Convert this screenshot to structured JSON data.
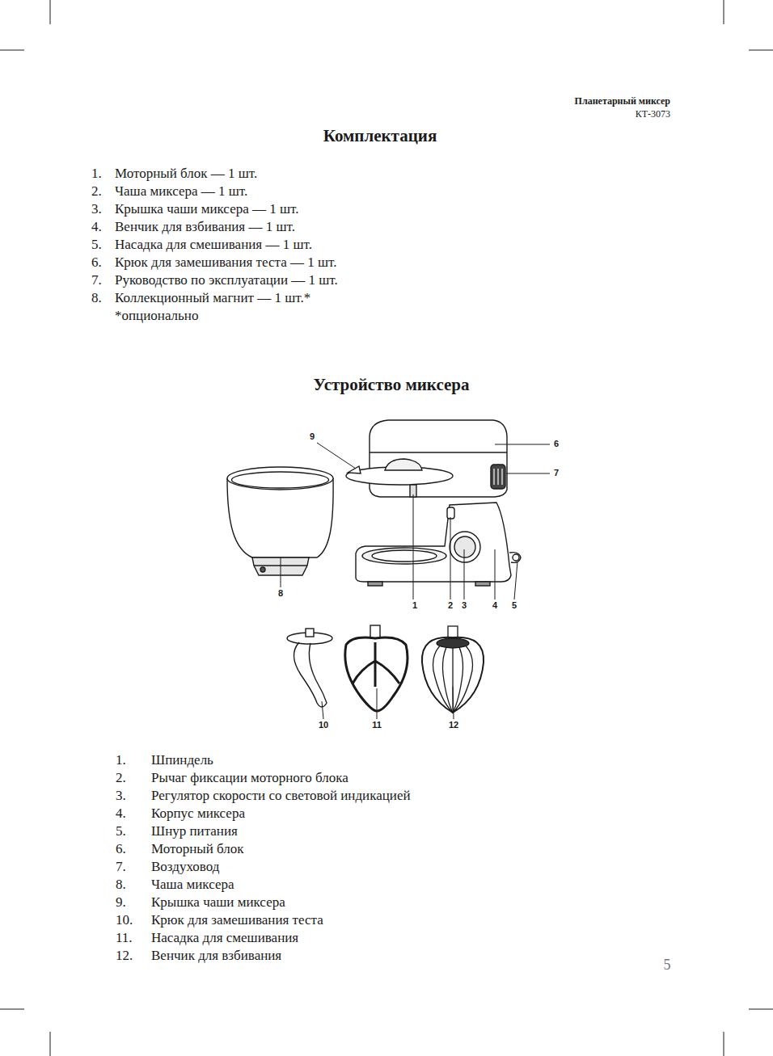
{
  "diagram": {
    "title": "Комплектация",
    "labels": [
      "Планетарный миксер",
      "КТ-3073",
      "1.",
      "Моторный блок — 1 шт.",
      "2.",
      "Чаша миксера — 1 шт.",
      "3.",
      "Крышка чаши миксера — 1 шт.",
      "4.",
      "Венчик для взбивания — 1 шт.",
      "5.",
      "Насадка для смешивания — 1 шт.",
      "6.",
      "Крюк для замешивания теста — 1 шт.",
      "7.",
      "Руководство по эксплуатации — 1 шт.",
      "8.",
      "Коллекционный магнит — 1 шт.*",
      "*опционально",
      "Устройство миксера",
      "9",
      "6",
      "7",
      "8",
      "1",
      "2",
      "3",
      "4",
      "5",
      "10",
      "11",
      "12",
      "1.",
      "Шпиндель",
      "2.",
      "Рычаг фиксации моторного блока",
      "3.",
      "Регулятор скорости со световой индикацией",
      "4.",
      "Корпус миксера",
      "5.",
      "Шнур питания",
      "6.",
      "Моторный блок",
      "7.",
      "Воздуховод",
      "8.",
      "Чаша миксера",
      "9.",
      "Крышка чаши миксера",
      "10.",
      "Крюк для замешивания теста",
      "11.",
      "Насадка для смешивания",
      "12.",
      "Венчик для взбивания",
      "5"
    ]
  }
}
